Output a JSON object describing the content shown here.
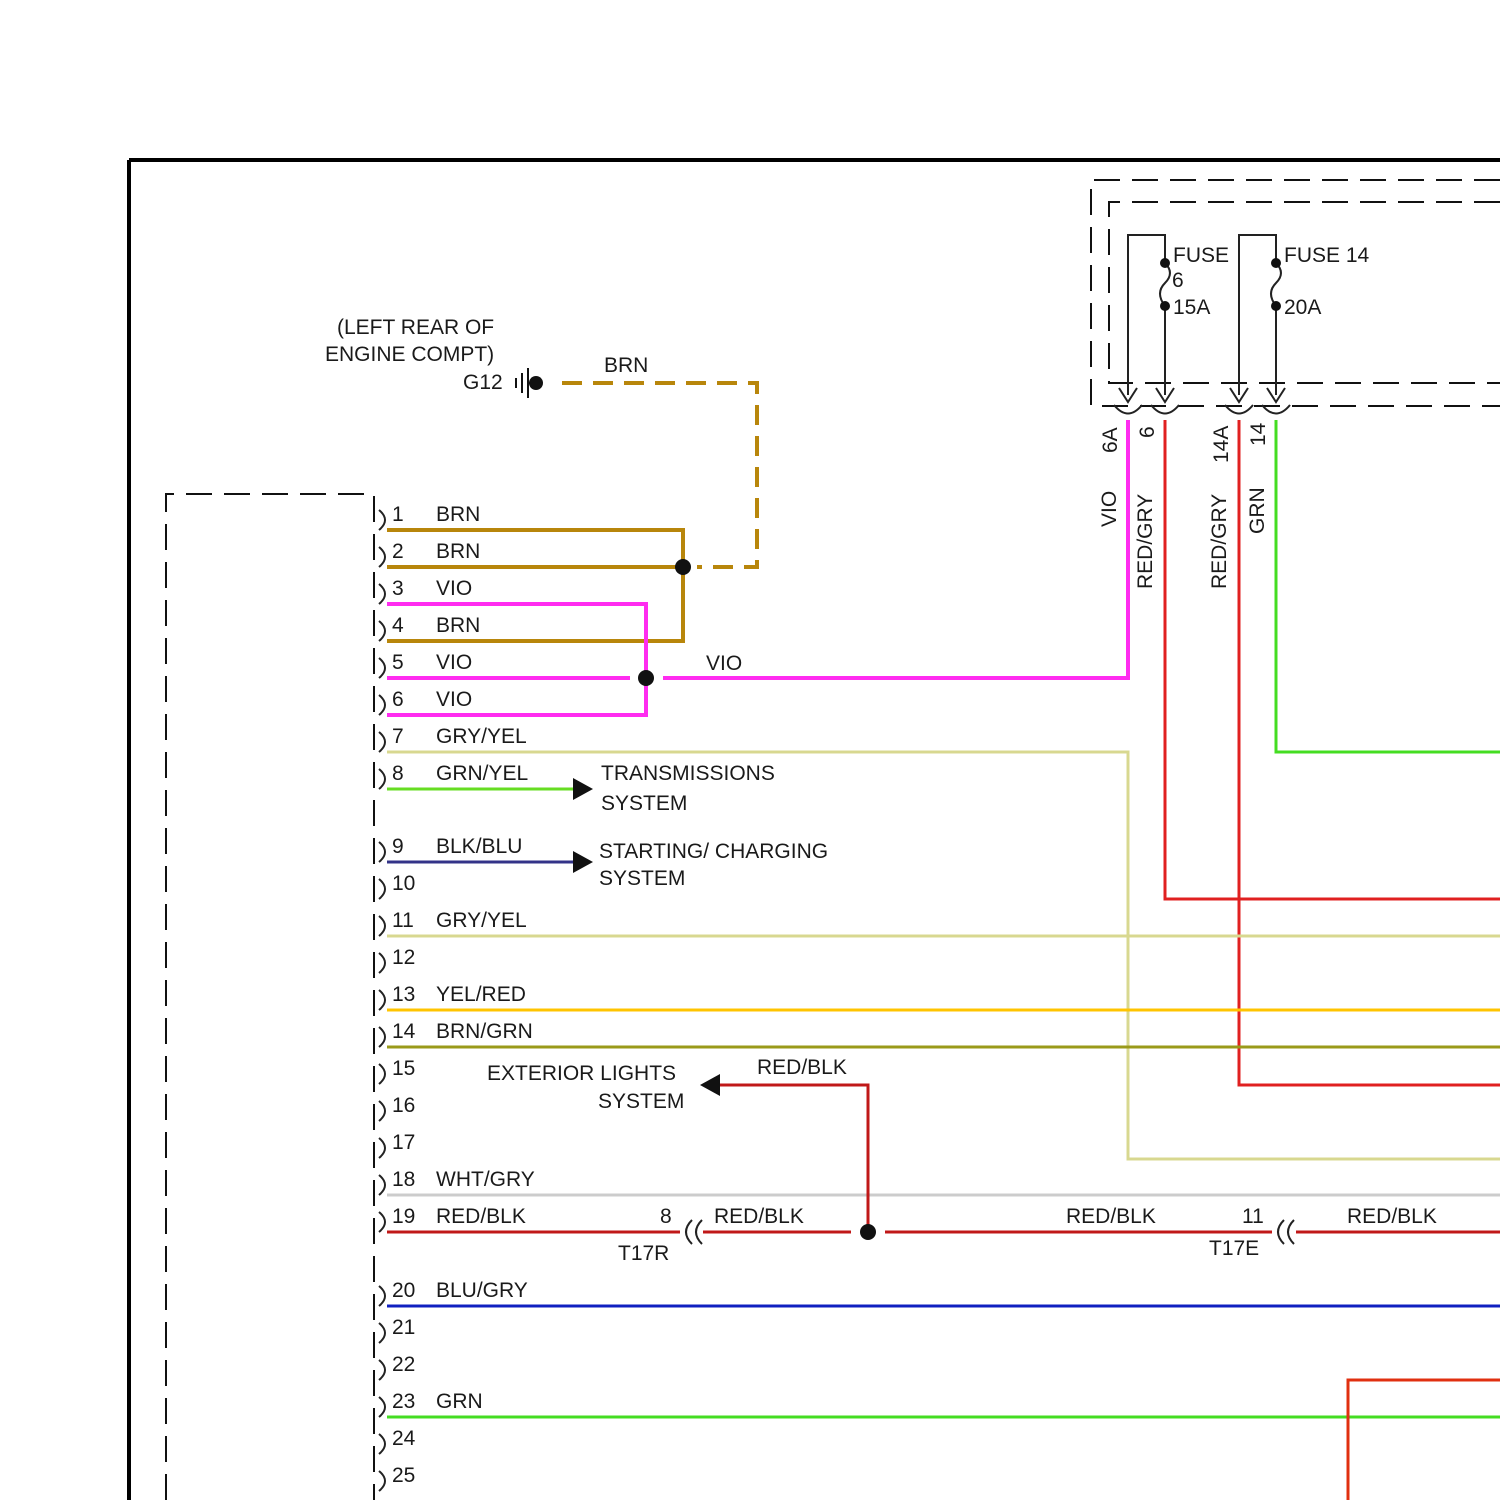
{
  "ground": {
    "location_line1": "(LEFT REAR OF",
    "location_line2": "ENGINE COMPT)",
    "id": "G12",
    "wire": "BRN"
  },
  "fuses": [
    {
      "label": "FUSE",
      "number": "6",
      "rating": "15A",
      "pin_in": "6A",
      "pin_out": "6",
      "wire_in": "VIO",
      "wire_out": "RED/GRY"
    },
    {
      "label": "FUSE 14",
      "rating": "20A",
      "pin_in": "14A",
      "pin_out": "14",
      "wire_in": "RED/GRY",
      "wire_out": "GRN"
    }
  ],
  "connector_pins": [
    {
      "pin": "1",
      "wire": "BRN"
    },
    {
      "pin": "2",
      "wire": "BRN"
    },
    {
      "pin": "3",
      "wire": "VIO"
    },
    {
      "pin": "4",
      "wire": "BRN"
    },
    {
      "pin": "5",
      "wire": "VIO"
    },
    {
      "pin": "6",
      "wire": "VIO"
    },
    {
      "pin": "7",
      "wire": "GRY/YEL"
    },
    {
      "pin": "8",
      "wire": "GRN/YEL"
    },
    {
      "pin": "9",
      "wire": "BLK/BLU"
    },
    {
      "pin": "10",
      "wire": ""
    },
    {
      "pin": "11",
      "wire": "GRY/YEL"
    },
    {
      "pin": "12",
      "wire": ""
    },
    {
      "pin": "13",
      "wire": "YEL/RED"
    },
    {
      "pin": "14",
      "wire": "BRN/GRN"
    },
    {
      "pin": "15",
      "wire": ""
    },
    {
      "pin": "16",
      "wire": ""
    },
    {
      "pin": "17",
      "wire": ""
    },
    {
      "pin": "18",
      "wire": "WHT/GRY"
    },
    {
      "pin": "19",
      "wire": "RED/BLK"
    },
    {
      "pin": "20",
      "wire": "BLU/GRY"
    },
    {
      "pin": "21",
      "wire": ""
    },
    {
      "pin": "22",
      "wire": ""
    },
    {
      "pin": "23",
      "wire": "GRN"
    },
    {
      "pin": "24",
      "wire": ""
    },
    {
      "pin": "25",
      "wire": ""
    }
  ],
  "vio_branch_label": "VIO",
  "systems": {
    "transmission_line1": "TRANSMISSIONS",
    "transmission_line2": "SYSTEM",
    "starting_line1": "STARTING/ CHARGING",
    "starting_line2": "SYSTEM",
    "exterior_line1": "EXTERIOR LIGHTS",
    "exterior_line2": "SYSTEM"
  },
  "red_blk_run": {
    "connector1_pin": "8",
    "connector1_id": "T17R",
    "wire_after_c1": "RED/BLK",
    "branch_up": "RED/BLK",
    "wire_before_c2": "RED/BLK",
    "connector2_pin": "11",
    "connector2_id": "T17E",
    "wire_after_c2": "RED/BLK"
  },
  "colors": {
    "BRN": "#b8860b",
    "VIO": "#ff2cf0",
    "GRY/YEL": "#d8d890",
    "GRN/YEL": "#66dd22",
    "BLK/BLU": "#333388",
    "YEL/RED": "#ffc400",
    "BRN/GRN": "#9a9a1a",
    "WHT/GRY": "#cccccc",
    "RED/BLK": "#c01818",
    "RED/GRY": "#e02020",
    "BLU/GRY": "#1020c0",
    "GRN": "#44dd22",
    "frame": "#000000"
  }
}
